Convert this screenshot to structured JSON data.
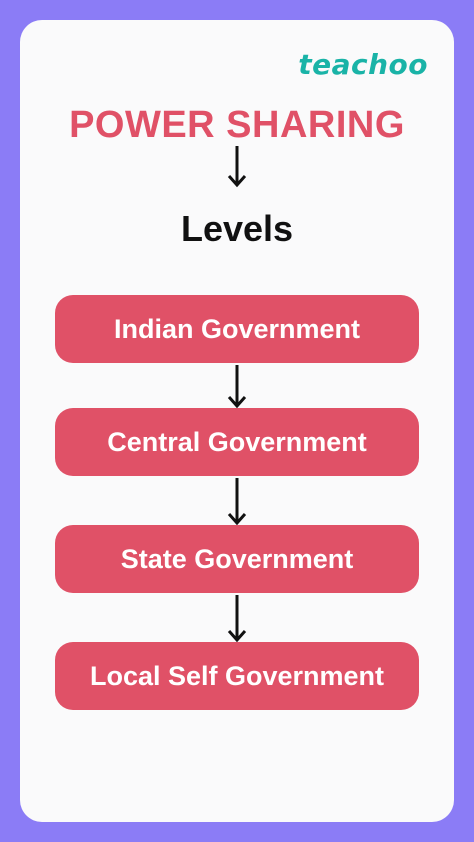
{
  "brand": {
    "logo_text": "teachoo"
  },
  "title": "POWER SHARING",
  "subtitle": "Levels",
  "levels": [
    {
      "label": "Indian Government"
    },
    {
      "label": "Central Government"
    },
    {
      "label": "State Government"
    },
    {
      "label": "Local Self Government"
    }
  ],
  "colors": {
    "frame": "#8b7cf6",
    "background": "#fafafb",
    "accent": "#e05167",
    "logo": "#19b3a7",
    "arrow": "#111111"
  },
  "icons": [
    "arrow-down-icon"
  ]
}
